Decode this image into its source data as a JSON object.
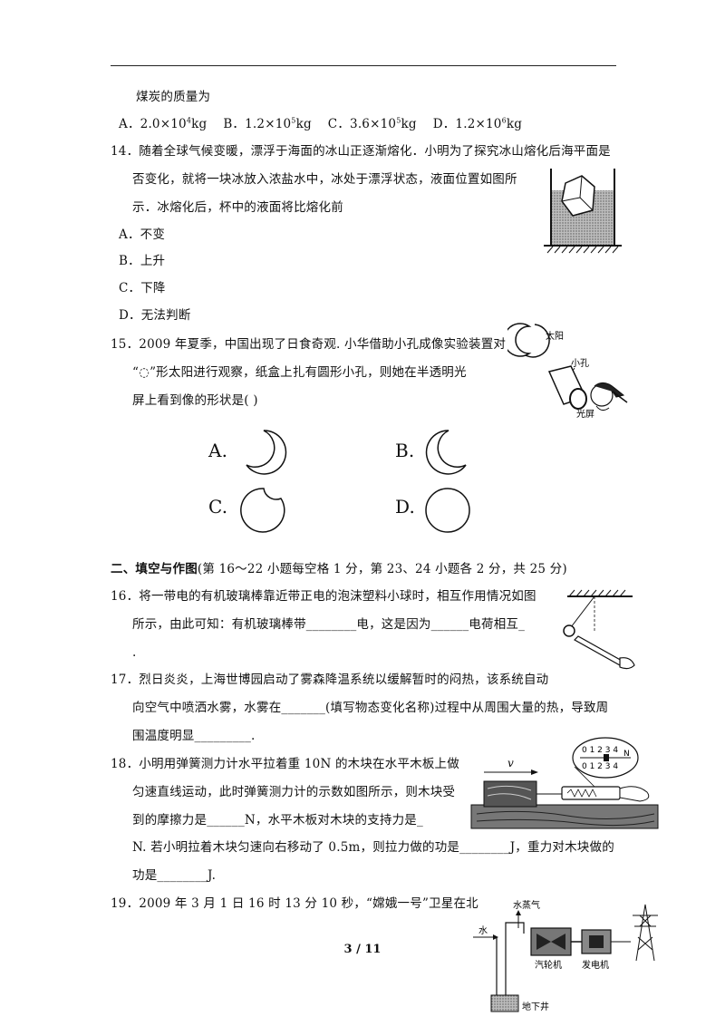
{
  "lines": {
    "l0": "煤炭的质量为",
    "l1a": "A．2.0×10",
    "l1a_sup": "4",
    "l1a_u": "kg",
    "l1b": "B．1.2×10",
    "l1b_sup": "5",
    "l1b_u": "kg",
    "l1c": "C．3.6×10",
    "l1c_sup": "5",
    "l1c_u": "kg",
    "l1d": "D．1.2×10",
    "l1d_sup": "6",
    "l1d_u": "kg",
    "q14_1": "14．随着全球气候变暖，漂浮于海面的冰山正逐渐熔化．小明为了探究冰山熔化后海平面是",
    "q14_2": "否变化，就将一块冰放入浓盐水中，冰处于漂浮状态，液面位置如图所",
    "q14_3": "示．冰熔化后，杯中的液面将比熔化前",
    "q14_a": "A．不变",
    "q14_b": "B．上升",
    "q14_c": "C．下降",
    "q14_d": "D．无法判断",
    "q15_1": "15．2009 年夏季，中国出现了日食奇观. 小华借助小孔成像实验装置对",
    "q15_2": "“◌”形太阳进行观察，纸盒上扎有圆形小孔，则她在半透明光",
    "q15_3": "屏上看到像的形状是(  )",
    "sec2_title": "二、填空与作图",
    "sec2_rest": "(第 16～22 小题每空格 1 分，第 23、24 小题各 2 分，共 25 分)",
    "q16_1": "16．将一带电的有机玻璃棒靠近带正电的泡沫塑料小球时，相互作用情况如图",
    "q16_2": "所示，由此可知：有机玻璃棒带________电，这是因为______电荷相互_",
    "q16_3": ".",
    "q17_1": "17．烈日炎炎，上海世博园启动了雾森降温系统以缓解暂时的闷热，该系统自动",
    "q17_2": "向空气中喷洒水雾，水雾在_______(填写物态变化名称)过程中从周围大量的热，导致周",
    "q17_3": "围温度明显_________.",
    "q18_1": "18．小明用弹簧测力计水平拉着重 10N 的木块在水平木板上做",
    "q18_2": "匀速直线运动，此时弹簧测力计的示数如图所示，则木块受",
    "q18_3": "到的摩擦力是______N，水平木板对木块的支持力是_",
    "q18_4": "N. 若小明拉着木块匀速向右移动了 0.5m，则拉力做的功是________J，重力对木块做的",
    "q18_5": "功是________J.",
    "q19_1": "19．2009 年 3 月 1 日 16 时 13 分 10 秒，“嫦娥一号”卫星在北"
  },
  "options15": {
    "a": "A.",
    "b": "B.",
    "c": "C.",
    "d": "D."
  },
  "figure_labels": {
    "sun": "太阳",
    "hole": "小孔",
    "screen": "光屏",
    "v": "v",
    "water": "水",
    "steam": "水蒸气",
    "turbine": "汽轮机",
    "generator": "发电机",
    "well": "地下井",
    "scale_n": "N",
    "scale_nums": "0 1 2 3 4",
    "scale_nums2": "0 1 2 3 4"
  },
  "page_number": "3 / 11"
}
